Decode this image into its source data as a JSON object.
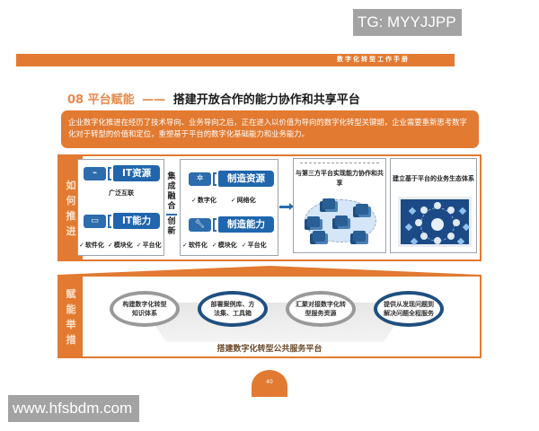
{
  "watermarks": {
    "top": "TG: MYYJJPP",
    "bottom": "www.hfsbdm.com"
  },
  "header": {
    "title": "数字化转型工作手册"
  },
  "section": {
    "number": "08",
    "name": "平台赋能",
    "dash": "——",
    "subtitle": "搭建开放合作的能力协作和共享平台"
  },
  "intro": {
    "text": "企业数字化推进在经历了技术导向、业务导向之后，正在进入以价值为导向的数字化转型关键期，企业需要重新思考数字化对于转型的价值和定位，重塑基于平台的数字化基础能力和业务能力。"
  },
  "how": {
    "side_label": [
      "如",
      "何",
      "推",
      "进"
    ],
    "it_box": {
      "resource": {
        "icon": "cable-icon",
        "label": "IT资源",
        "desc": "广泛互联"
      },
      "capability": {
        "icon": "laptop-icon",
        "label": "IT能力",
        "checks": [
          "软件化",
          "模块化",
          "平台化"
        ]
      }
    },
    "integrate": {
      "top": [
        "集",
        "成",
        "融",
        "合"
      ],
      "bottom": [
        "创",
        "新"
      ]
    },
    "mfg_box": {
      "resource": {
        "icon": "gear-icon",
        "label": "制造资源",
        "checks": [
          "数字化",
          "网络化"
        ]
      },
      "capability": {
        "icon": "wrench-icon",
        "label": "制造能力",
        "checks": [
          "软件化",
          "模块化",
          "平台化"
        ]
      }
    },
    "share_box": {
      "title": "与第三方平台实现能力协作和共享"
    },
    "eco_box": {
      "title": "建立基于平台的业务生态体系"
    }
  },
  "empower": {
    "side_label": [
      "赋",
      "能",
      "举",
      "措"
    ],
    "ovals": [
      {
        "text": "构建数字化转型知识体系",
        "style": "grey"
      },
      {
        "text": "部署案例库、方法集、工具箱",
        "style": "blue"
      },
      {
        "text": "汇聚对接数字化转型服务资源",
        "style": "grey"
      },
      {
        "text": "提供从发现问题到解决问题全程服务",
        "style": "blue"
      }
    ],
    "platform": "搭建数字化转型公共服务平台"
  },
  "page_number": "40",
  "colors": {
    "accent": "#e27a31",
    "blue": "#1f66ad",
    "navy": "#1f4f80",
    "grey": "#999999"
  }
}
